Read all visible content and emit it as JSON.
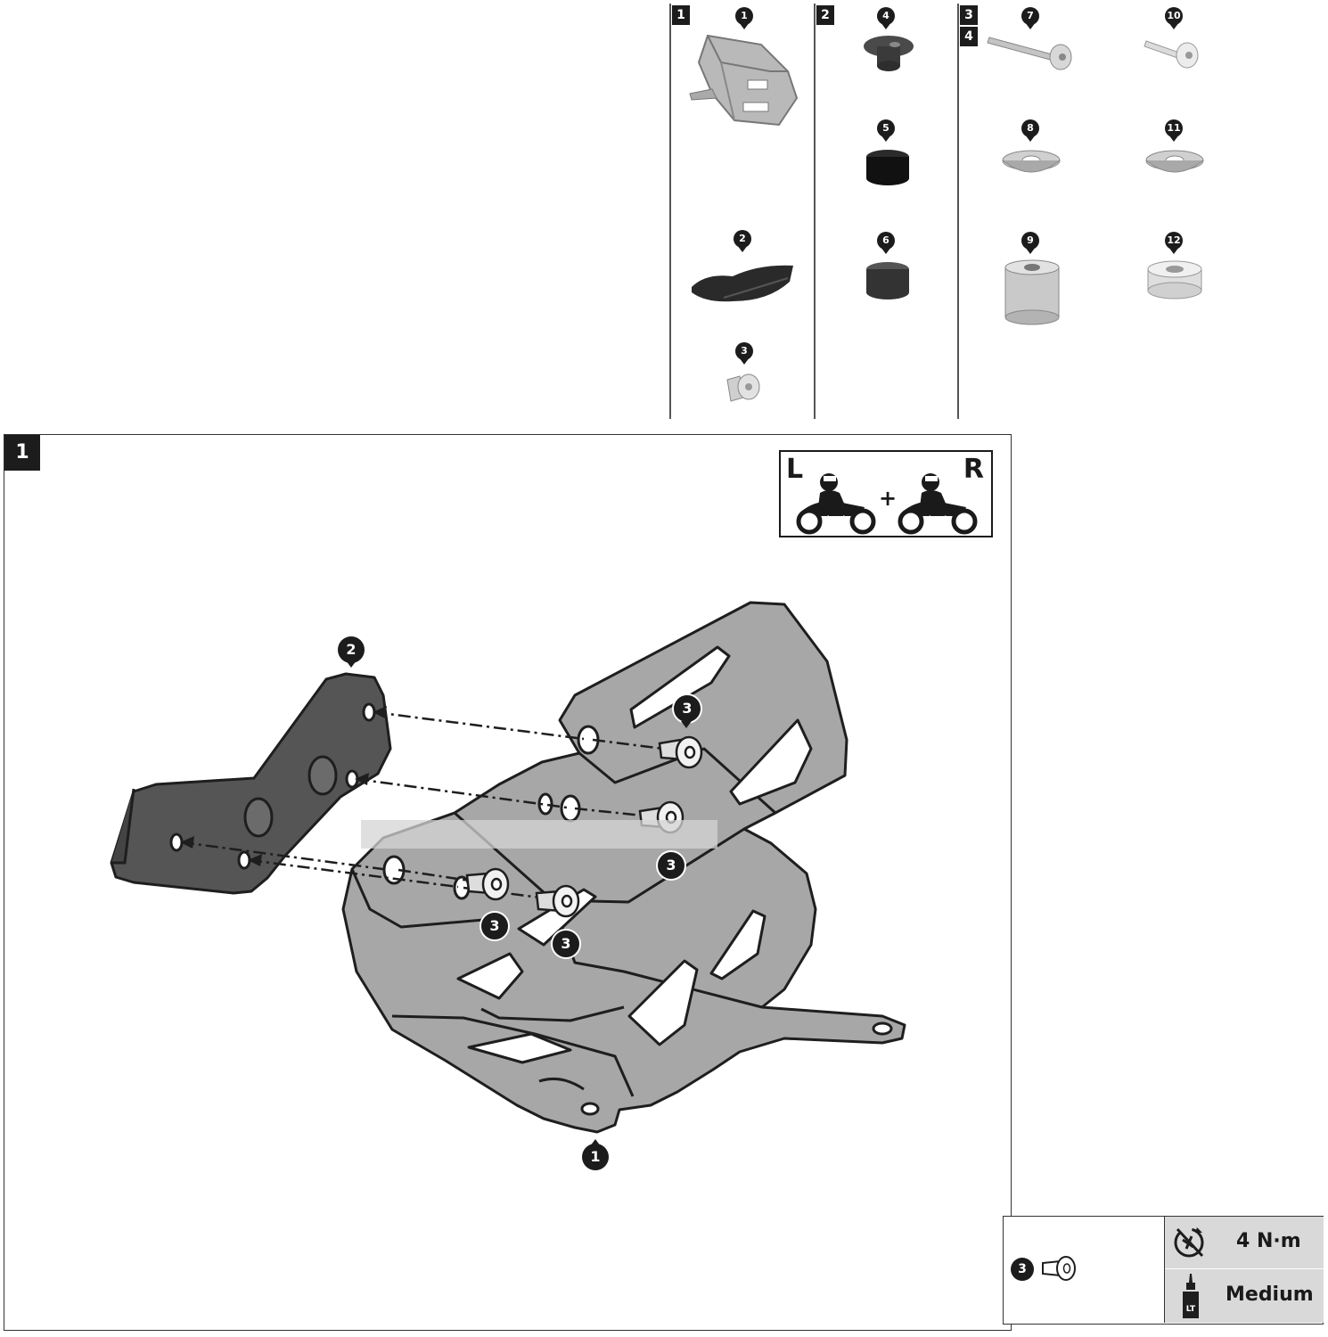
{
  "parts_table": {
    "columns": [
      {
        "step_labels": [
          "1"
        ],
        "parts": [
          "1",
          "2",
          "3"
        ]
      },
      {
        "step_labels": [
          "2"
        ],
        "parts": [
          "4",
          "5",
          "6"
        ]
      },
      {
        "step_labels": [
          "3",
          "4"
        ],
        "parts": [
          "7",
          "10",
          "8",
          "11",
          "9",
          "12"
        ]
      }
    ]
  },
  "main_step": {
    "step_label": "1",
    "side_indicator": {
      "left": "L",
      "plus": "+",
      "right": "R"
    },
    "callouts": {
      "bracket": "2",
      "guard": "1",
      "screw": "3"
    }
  },
  "legend": {
    "part_number": "3",
    "torque": "4 N·m",
    "threadlocker_icon_text": "LT",
    "threadlocker": "Medium"
  },
  "colors": {
    "metal": "#a7a7a7",
    "bracket": "#6b6b6b",
    "dark": "#1c1c1c",
    "legend_bg": "#d9d9d9"
  }
}
